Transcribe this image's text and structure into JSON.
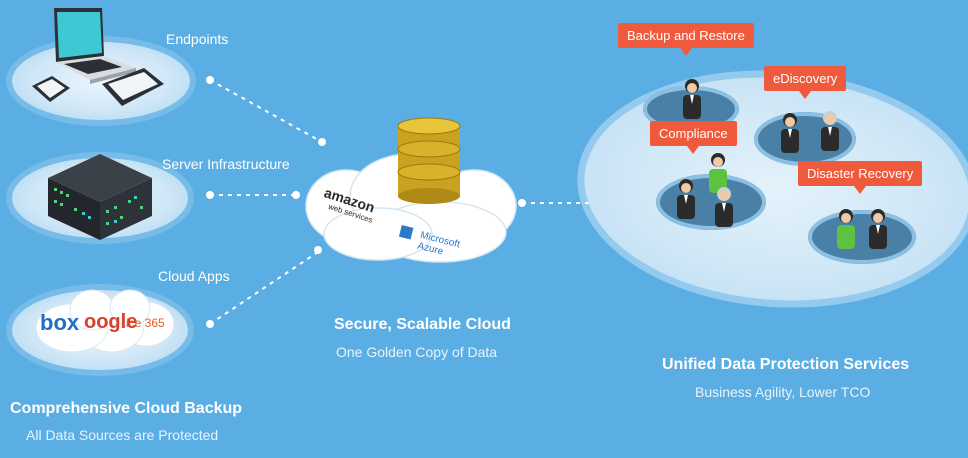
{
  "sources": {
    "endpoints": "Endpoints",
    "server": "Server Infrastructure",
    "cloud_apps": "Cloud Apps"
  },
  "app_logos": {
    "box": "box",
    "google": "oogle",
    "office": "ice 365"
  },
  "left_block": {
    "title": "Comprehensive Cloud Backup",
    "subtitle": "All Data Sources are Protected"
  },
  "center_block": {
    "title": "Secure, Scalable Cloud",
    "subtitle": "One Golden Copy of Data",
    "amazon_logo": "amazon",
    "amazon_sub": "web services",
    "azure_logo_1": "Microsoft",
    "azure_logo_2": "Azure"
  },
  "right_block": {
    "title": "Unified Data Protection Services",
    "subtitle": "Business Agility,  Lower TCO"
  },
  "services": [
    "Backup and Restore",
    "eDiscovery",
    "Compliance",
    "Disaster Recovery"
  ],
  "colors": {
    "background": "#5aaee3",
    "callout": "#ef5a3c",
    "database": "#d9b229",
    "person_highlight": "#5cc23f"
  }
}
